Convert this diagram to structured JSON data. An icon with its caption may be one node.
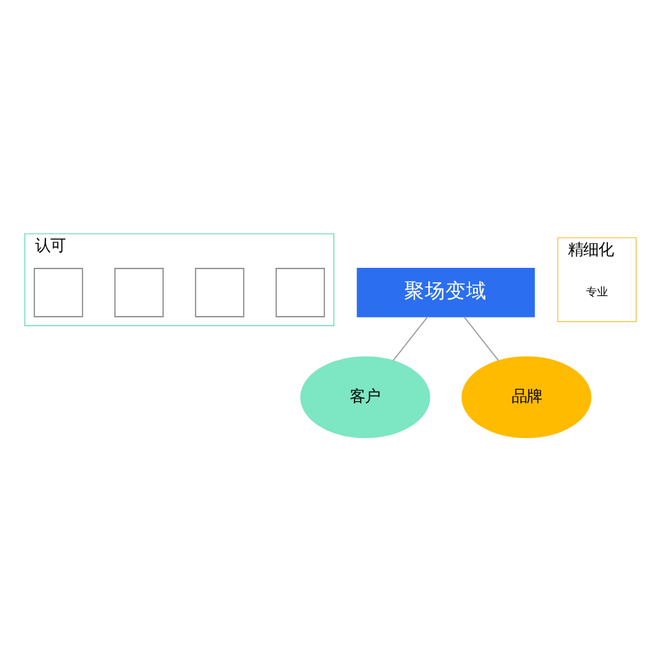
{
  "diagram": {
    "nodes": [
      {
        "text": [
          "认可"
        ]
      },
      {
        "text": [],
        "shape": "box",
        "in": 0
      },
      {
        "text": [],
        "shape": "box",
        "in": 0
      },
      {
        "text": [],
        "shape": "box",
        "in": 0
      },
      {
        "text": [],
        "shape": "box",
        "in": 0
      },
      {
        "text": [
          "聚场变域"
        ]
      },
      {
        "text": [
          "客户"
        ]
      },
      {
        "text": [
          "品牌"
        ]
      },
      {
        "text": [
          "精细化"
        ]
      },
      {
        "text": [
          "专业"
        ],
        "in": 8
      }
    ],
    "edges": [
      {
        "from": 5,
        "to": 6,
        "arrow": "none"
      },
      {
        "from": 5,
        "to": 7,
        "arrow": "none"
      }
    ]
  }
}
